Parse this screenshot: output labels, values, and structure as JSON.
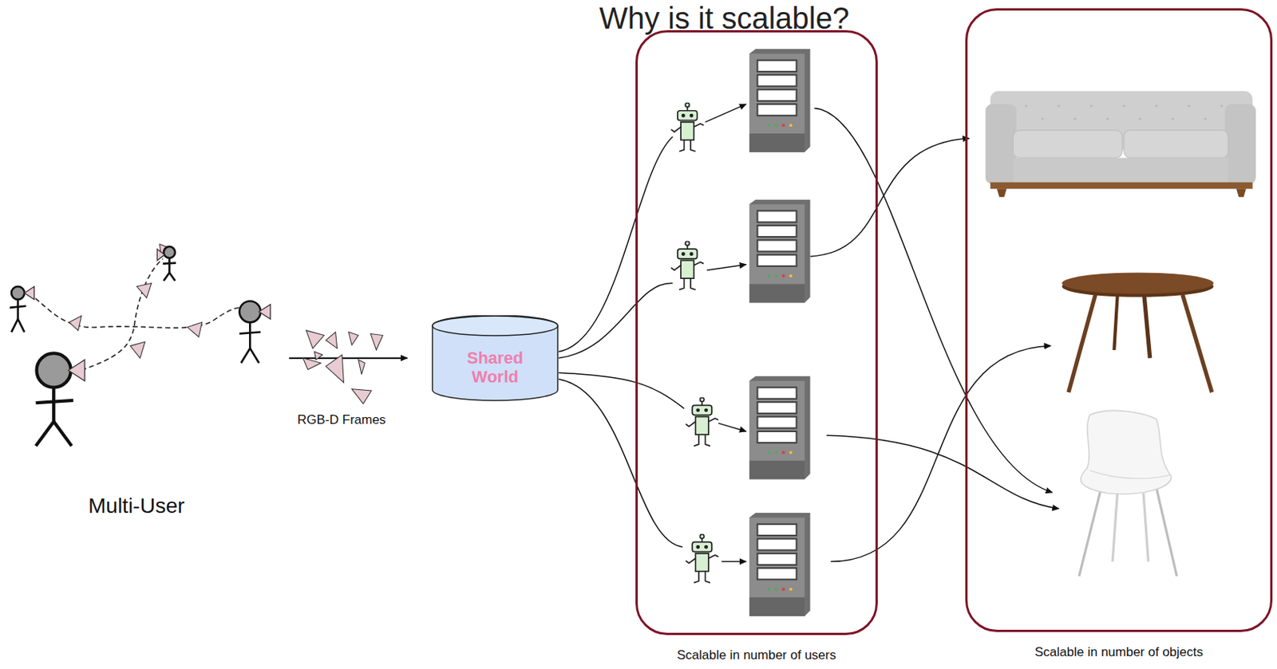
{
  "diagram": {
    "title": "Why is it scalable?",
    "nodes": [
      {
        "text": [
          "Shared World"
        ]
      },
      {
        "text": [
          "Scalable in number of users"
        ]
      },
      {
        "text": [
          "Scalable in number of objects"
        ]
      }
    ],
    "labels": [
      "Multi-User",
      "RGB-D Frames"
    ]
  }
}
